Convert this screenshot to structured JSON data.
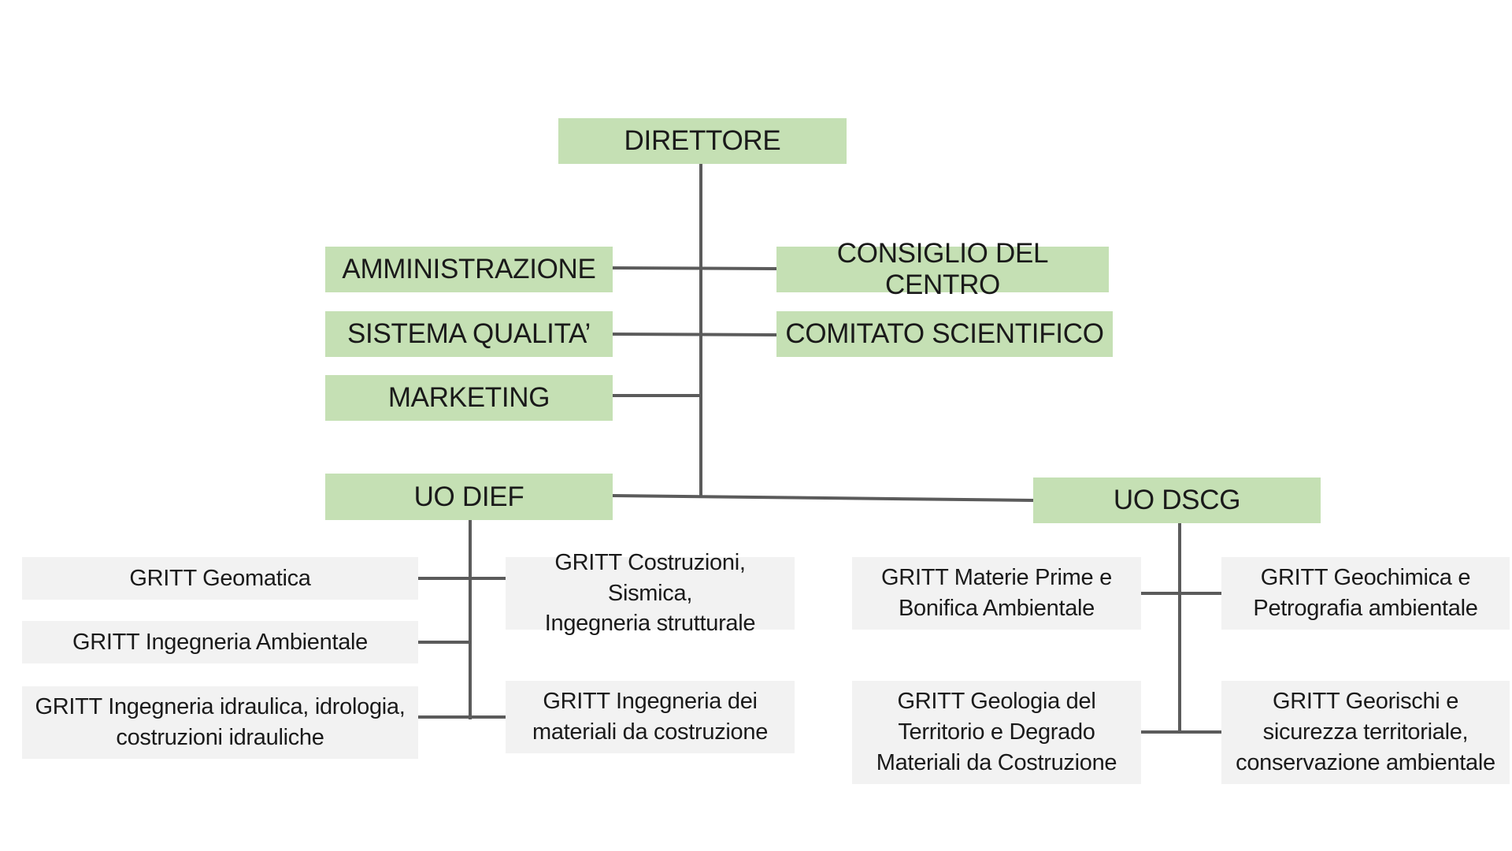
{
  "director": "DIRETTORE",
  "staff_left": [
    "AMMINISTRAZIONE",
    "SISTEMA QUALITA’",
    "MARKETING"
  ],
  "staff_right": [
    "CONSIGLIO DEL CENTRO",
    "COMITATO SCIENTIFICO"
  ],
  "uo_dief": {
    "label": "UO DIEF",
    "groups_left": [
      "GRITT Geomatica",
      "GRITT Ingegneria Ambientale",
      "GRITT Ingegneria idraulica, idrologia,\ncostruzioni idrauliche"
    ],
    "groups_right": [
      "GRITT Costruzioni, Sismica,\nIngegneria strutturale",
      "GRITT Ingegneria dei\nmateriali da costruzione"
    ]
  },
  "uo_dscg": {
    "label": "UO DSCG",
    "groups_left": [
      "GRITT Materie Prime e\nBonifica Ambientale",
      "GRITT Geologia del\nTerritorio e Degrado\nMateriali da Costruzione"
    ],
    "groups_right": [
      "GRITT Geochimica e\nPetrografia ambientale",
      "GRITT Georischi e\nsicurezza territoriale,\nconservazione ambientale"
    ]
  },
  "colors": {
    "unit_box": "#c5e0b4",
    "group_box": "#f2f2f2",
    "connector": "#5b5b5b"
  }
}
